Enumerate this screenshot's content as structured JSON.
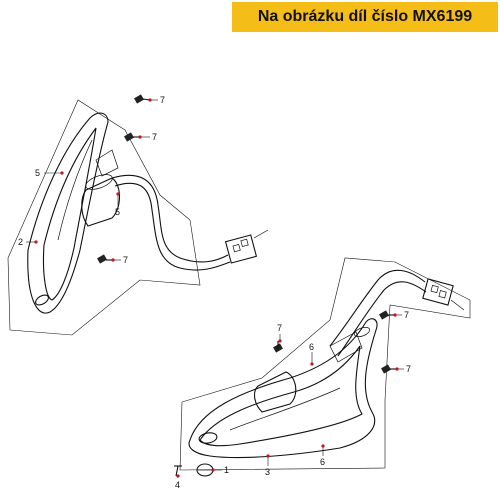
{
  "banner": {
    "text": "Na obrázku díl číslo MX6199",
    "background": "#f5bd18"
  },
  "callouts": {
    "left_top_screw": "7",
    "left_mid_screw": "7",
    "left_lens": "5",
    "left_bulb": "5",
    "left_housing": "2",
    "left_bottom_screw": "7",
    "right_top_screw": "7",
    "right_lens": "6",
    "right_mid_screw": "7",
    "right_side_screw": "7",
    "right_bulb": "1",
    "right_housing": "3",
    "right_lens_bottom": "6",
    "right_small_screw": "4"
  },
  "colors": {
    "callout_dot": "#c0162a",
    "line": "#111111"
  }
}
